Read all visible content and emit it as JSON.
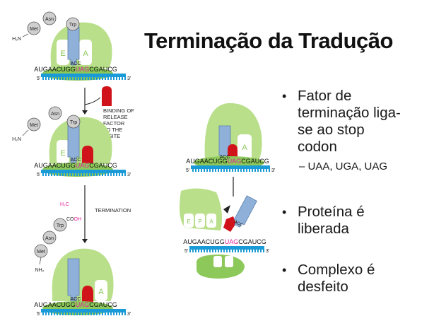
{
  "slide": {
    "title": "Terminação da Tradução",
    "bullets": [
      {
        "lines": [
          "Fator de",
          "terminação liga-",
          "se ao stop",
          "codon"
        ]
      },
      {
        "lines": [
          "Proteína é",
          "liberada"
        ]
      },
      {
        "lines": [
          "Complexo é",
          "desfeito"
        ]
      }
    ],
    "sub_bullet": "– UAA, UGA, UAG"
  },
  "diagram": {
    "mrna_parts": {
      "before": "AUGAACUGG",
      "stop": "UAG",
      "after": "CGAUCG"
    },
    "five_prime": "5'",
    "three_prime": "3'",
    "anticodon": "ACC",
    "site_e": "E",
    "site_a": "A",
    "site_labels_small": [
      "E",
      "P",
      "A"
    ],
    "aa_met": "Met",
    "aa_asn": "Asn",
    "aa_trp": "Trp",
    "h2n": "H₂N",
    "nh2": "NH₂",
    "h2c": "H₂C",
    "cooh_c": "CO",
    "cooh_oh": "OH",
    "release_label": [
      "BINDING OF",
      "RELEASE",
      "FACTOR",
      "TO THE",
      "A-SITE"
    ],
    "termination_label": "TERMINATION"
  },
  "colors": {
    "ribosome_light": "#cfe8a6",
    "ribosome_dark": "#8cc85a",
    "ribosome_large": "#b9df8a",
    "mrna_bar": "#1a9ad6",
    "release_factor": "#d0121b",
    "trna": "#8fb0d8",
    "amino_acid": "#cfcfcf",
    "stop_codon_text": "#e0229a"
  }
}
